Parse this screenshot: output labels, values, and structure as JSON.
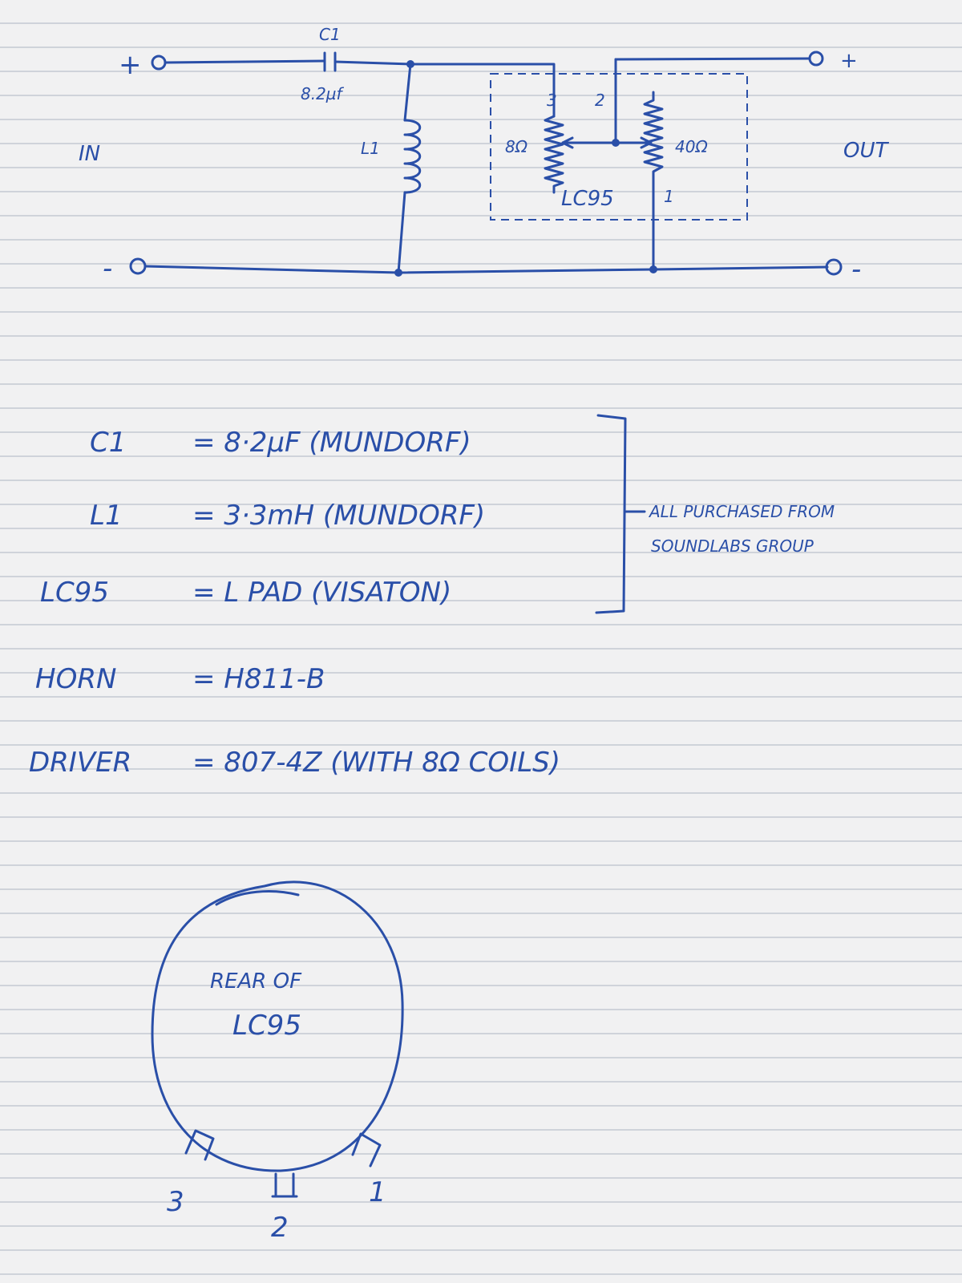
{
  "schematic": {
    "in_label": "IN",
    "out_label": "OUT",
    "in_plus": "+",
    "in_minus": "-",
    "out_plus": "+",
    "out_minus": "-",
    "c1_label": "C1",
    "c1_value": "8.2µf",
    "l1_label": "L1",
    "pin3": "3",
    "pin2": "2",
    "pin1": "1",
    "r_8ohm": "8Ω",
    "r_40ohm": "40Ω",
    "lc95_label": "LC95"
  },
  "parts": {
    "rows": [
      {
        "name": "C1",
        "value": "= 8·2µF (MUNDORF)"
      },
      {
        "name": "L1",
        "value": "= 3·3mH (MUNDORF)"
      },
      {
        "name": "LC95",
        "value": "= L PAD (VISATON)"
      },
      {
        "name": "HORN",
        "value": "= H811-B"
      },
      {
        "name": "DRIVER",
        "value": "= 807-4Z (WITH 8Ω COILS)"
      }
    ],
    "bracket_note_line1": "ALL PURCHASED FROM",
    "bracket_note_line2": "SOUNDLABS GROUP"
  },
  "rear_view": {
    "title_line1": "REAR OF",
    "title_line2": "LC95",
    "pin3": "3",
    "pin2": "2",
    "pin1": "1"
  }
}
